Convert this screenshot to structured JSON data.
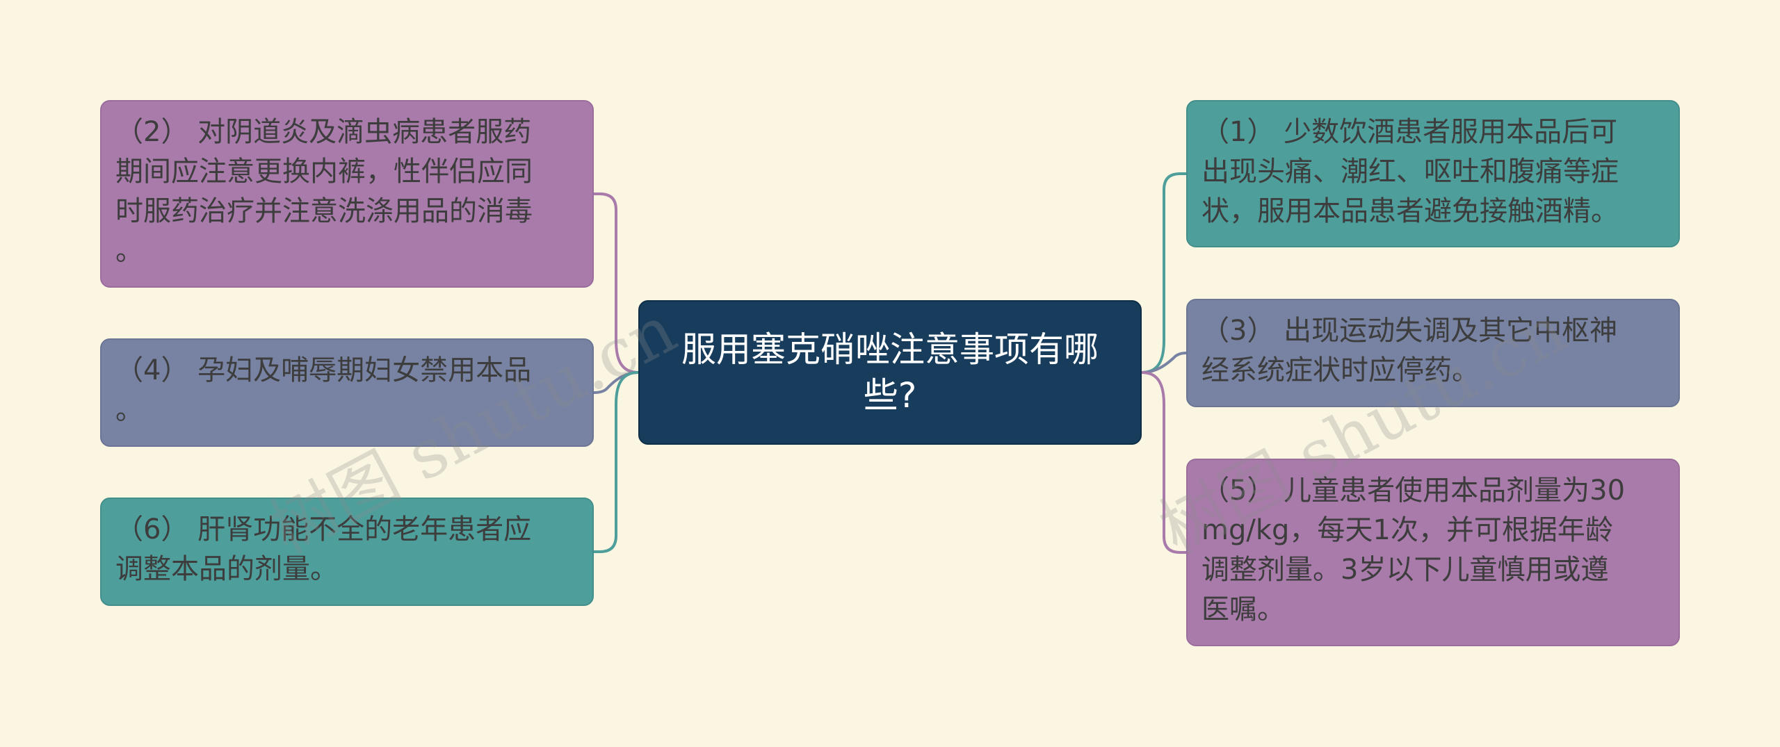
{
  "center": {
    "title": "服用塞克硝唑注意事项有哪些?"
  },
  "left_nodes": [
    {
      "id": "n2",
      "lines": [
        "（2） 对阴道炎及滴虫病患者服药",
        "期间应注意更换内裤，性伴侣应同",
        "时服药治疗并注意洗涤用品的消毒",
        "。"
      ]
    },
    {
      "id": "n4",
      "lines": [
        "（4） 孕妇及哺辱期妇女禁用本品",
        "。"
      ]
    },
    {
      "id": "n6",
      "lines": [
        "（6） 肝肾功能不全的老年患者应",
        "调整本品的剂量。"
      ]
    }
  ],
  "right_nodes": [
    {
      "id": "n1",
      "lines": [
        "（1） 少数饮酒患者服用本品后可",
        "出现头痛、潮红、呕吐和腹痛等症",
        "状，服用本品患者避免接触酒精。"
      ]
    },
    {
      "id": "n3",
      "lines": [
        "（3） 出现运动失调及其它中枢神",
        "经系统症状时应停药。"
      ]
    },
    {
      "id": "n5",
      "lines": [
        "（5） 儿童患者使用本品剂量为30",
        "mg/kg，每天1次，并可根据年龄",
        "调整剂量。3岁以下儿童慎用或遵",
        "医嘱。"
      ]
    }
  ],
  "watermark": {
    "text": "树图 shutu.cn"
  },
  "colors": {
    "background": "#fbf6e2",
    "center": "#173c5c",
    "purple": "#a97bab",
    "slate": "#7883a3",
    "teal": "#4e9e9b"
  }
}
